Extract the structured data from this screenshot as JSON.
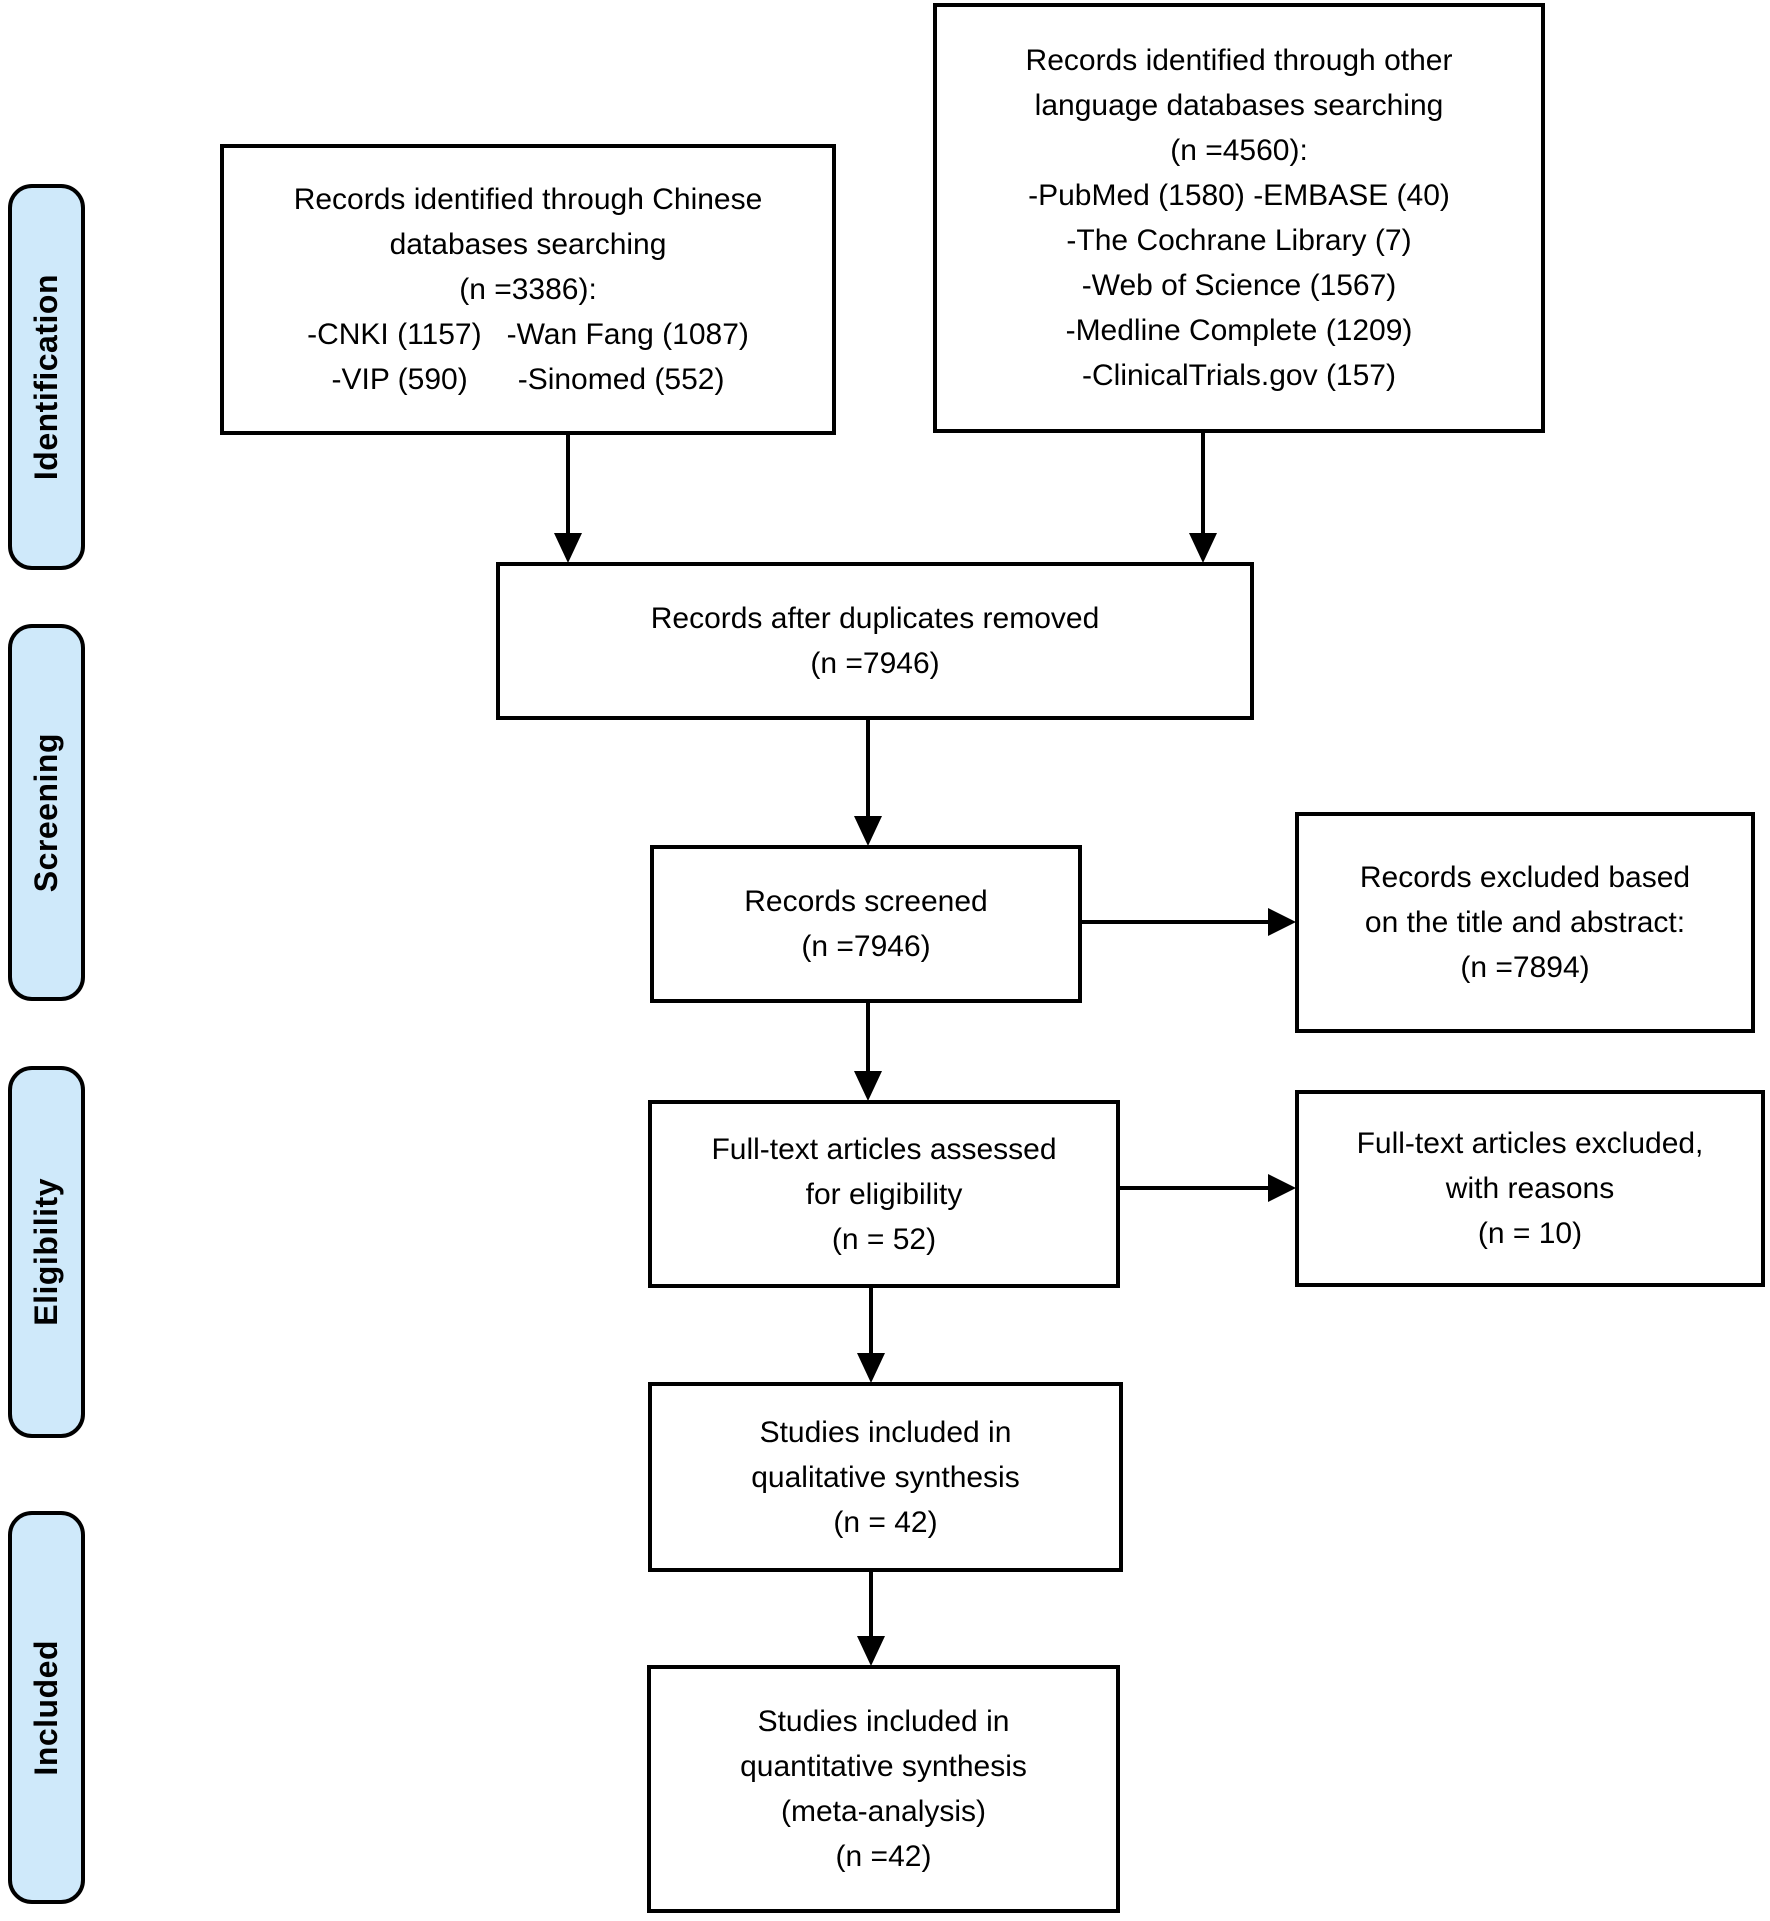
{
  "diagram": {
    "type": "prisma-flow",
    "stages": [
      {
        "label": "Identification"
      },
      {
        "label": "Screening"
      },
      {
        "label": "Eligibility"
      },
      {
        "label": "Included"
      }
    ],
    "boxes": {
      "chinese_db": {
        "text": "Records identified through Chinese\ndatabases searching\n(n =3386):\n-CNKI (1157)   -Wan Fang (1087)\n-VIP (590)      -Sinomed (552)",
        "n_total": 3386,
        "sources": [
          {
            "name": "CNKI",
            "n": 1157
          },
          {
            "name": "Wan Fang",
            "n": 1087
          },
          {
            "name": "VIP",
            "n": 590
          },
          {
            "name": "Sinomed",
            "n": 552
          }
        ]
      },
      "other_db": {
        "text": "Records identified through other\nlanguage databases searching\n(n =4560):\n-PubMed (1580) -EMBASE (40)\n-The Cochrane Library (7)\n-Web of Science (1567)\n-Medline Complete (1209)\n-ClinicalTrials.gov (157)",
        "n_total": 4560,
        "sources": [
          {
            "name": "PubMed",
            "n": 1580
          },
          {
            "name": "EMBASE",
            "n": 40
          },
          {
            "name": "The Cochrane Library",
            "n": 7
          },
          {
            "name": "Web of Science",
            "n": 1567
          },
          {
            "name": "Medline Complete",
            "n": 1209
          },
          {
            "name": "ClinicalTrials.gov",
            "n": 157
          }
        ]
      },
      "duplicates_removed": {
        "text": "Records after duplicates removed\n(n =7946)",
        "n": 7946
      },
      "records_screened": {
        "text": "Records screened\n(n =7946)",
        "n": 7946
      },
      "records_excluded": {
        "text": "Records excluded based\non the title and abstract:\n(n =7894)",
        "n": 7894
      },
      "fulltext_assessed": {
        "text": "Full-text articles assessed\nfor eligibility\n(n = 52)",
        "n": 52
      },
      "fulltext_excluded": {
        "text": "Full-text articles excluded,\nwith reasons\n(n = 10)",
        "n": 10
      },
      "qualitative_synthesis": {
        "text": "Studies included in\nqualitative synthesis\n(n = 42)",
        "n": 42
      },
      "quantitative_synthesis": {
        "text": "Studies included in\nquantitative synthesis\n(meta-analysis)\n(n =42)",
        "n": 42
      }
    },
    "colors": {
      "stage_fill": "#cfe9fa",
      "box_fill": "#ffffff",
      "line": "#000000"
    }
  }
}
